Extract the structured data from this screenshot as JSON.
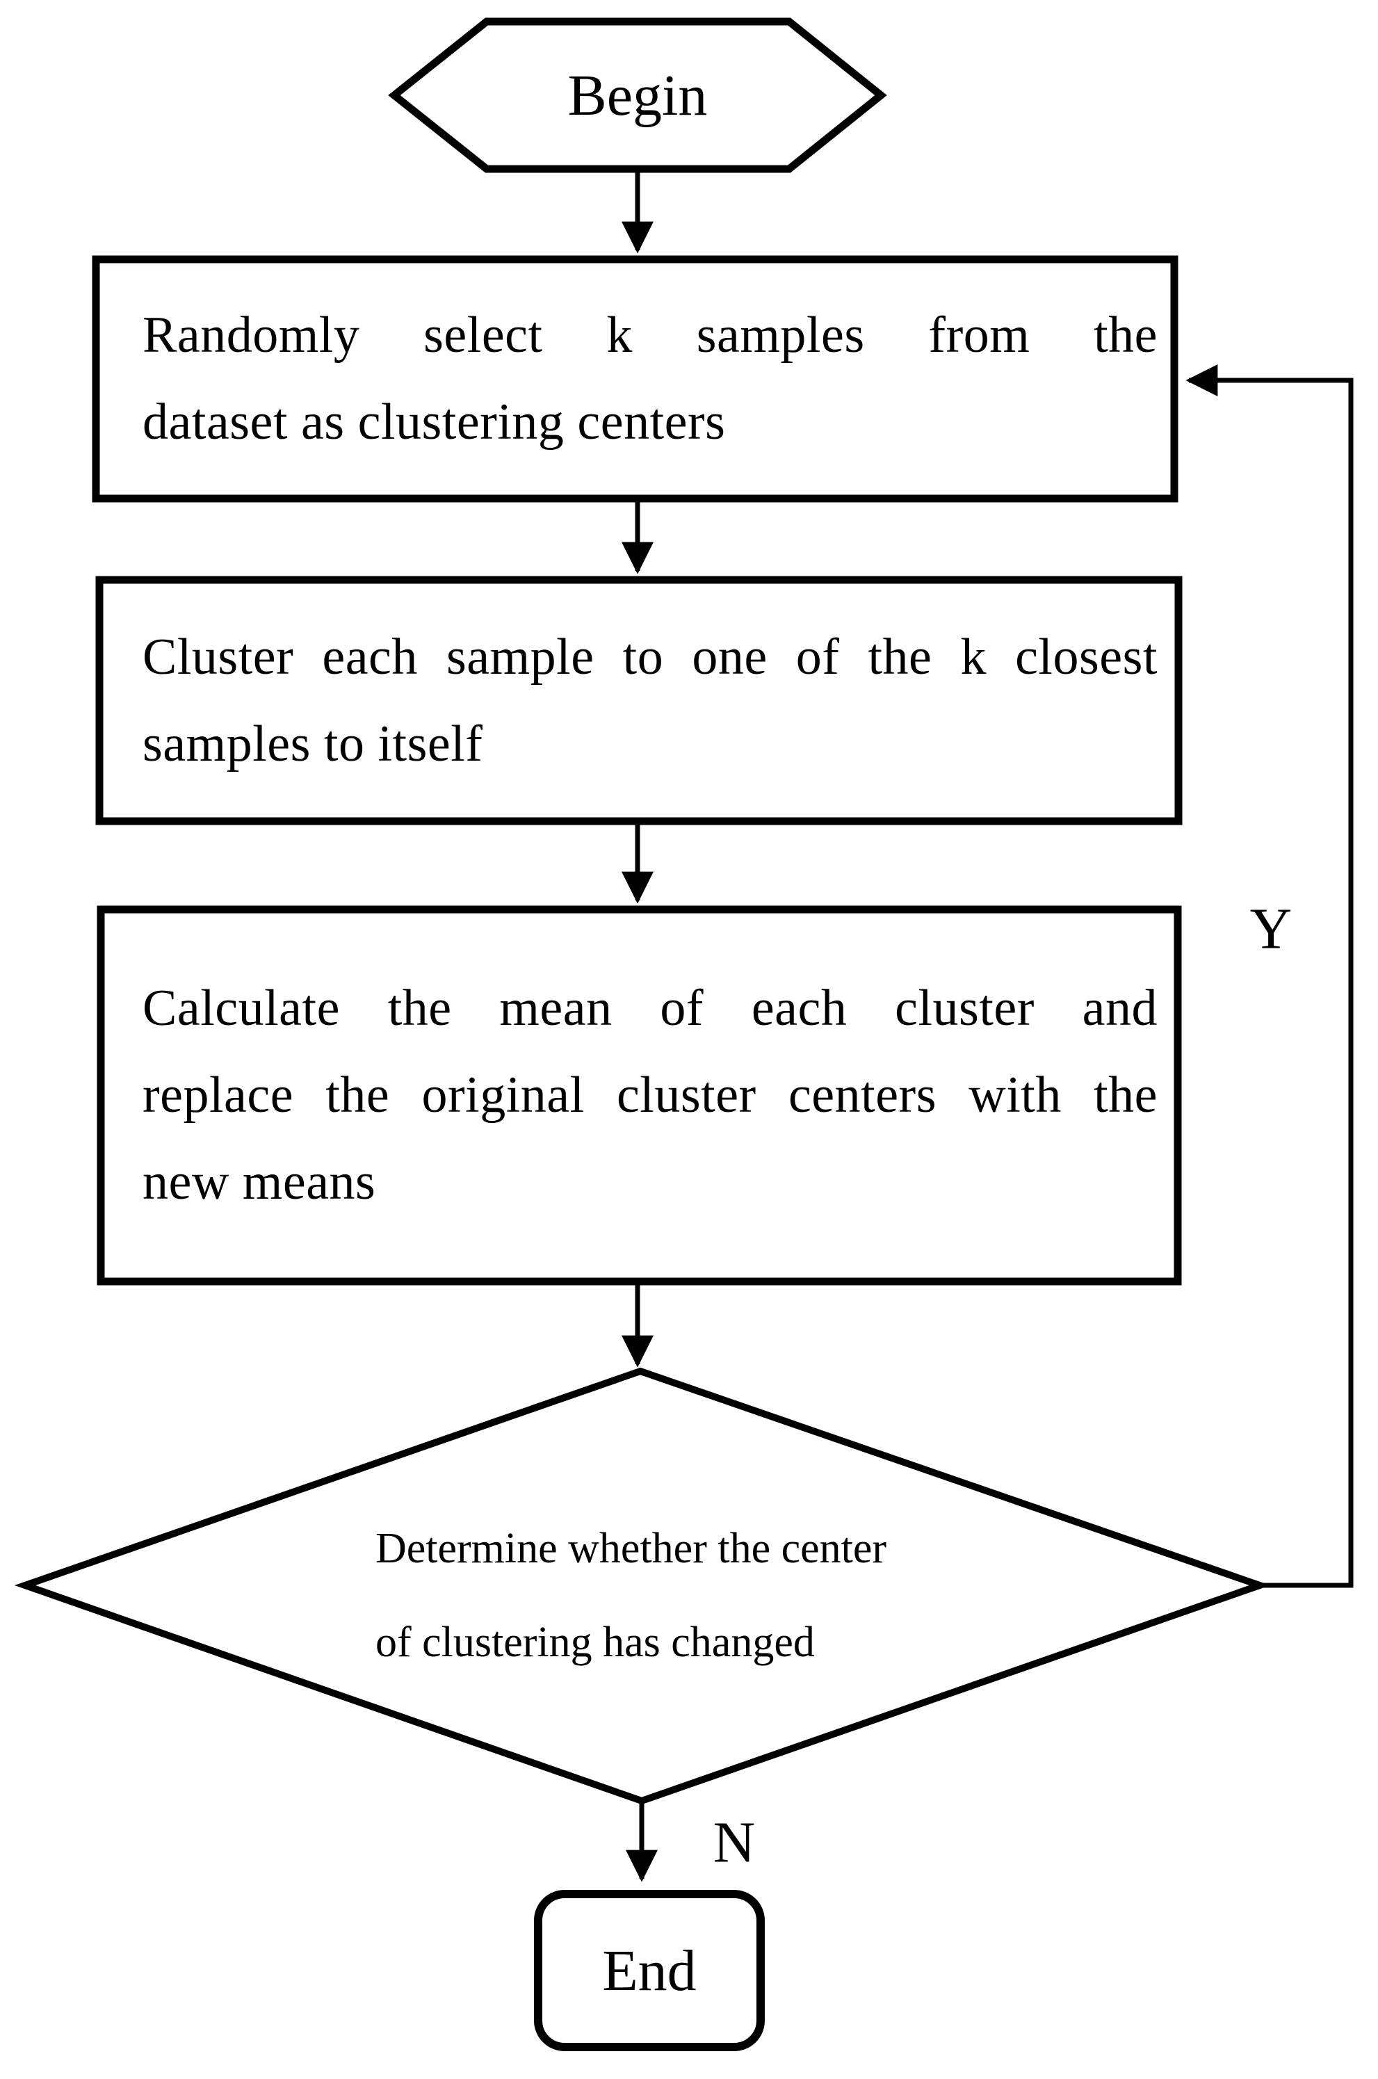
{
  "palette": {
    "ink": "#000000",
    "background": "#ffffff"
  },
  "flowchart": {
    "begin": {
      "label": "Begin"
    },
    "step1": {
      "lines": [
        "Randomly select k samples from the",
        "dataset as clustering centers"
      ]
    },
    "step2": {
      "lines": [
        "Cluster each sample to one of the k closest",
        "samples to itself"
      ]
    },
    "step3": {
      "lines": [
        "Calculate the mean of each cluster and",
        "replace the original cluster centers with the",
        "new means"
      ]
    },
    "decision": {
      "lines": [
        "Determine whether the center",
        "of clustering has changed"
      ]
    },
    "end": {
      "label": "End"
    },
    "branches": {
      "yes": "Y",
      "no": "N"
    }
  }
}
